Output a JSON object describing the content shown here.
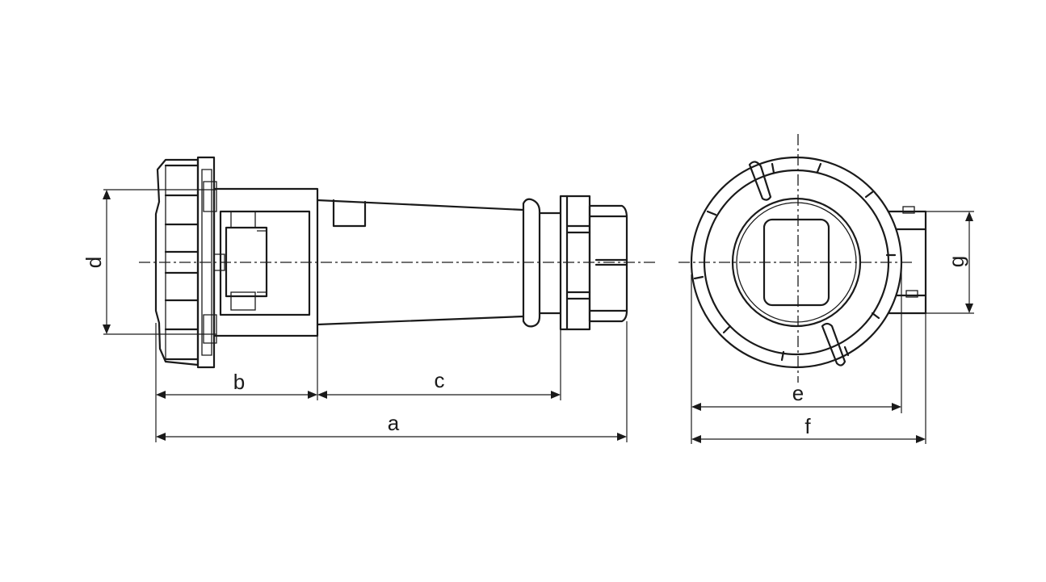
{
  "dimension_labels": {
    "a": "a",
    "b": "b",
    "c": "c",
    "d": "d",
    "e": "e",
    "f": "f",
    "g": "g"
  },
  "colors": {
    "line": "#1a1a1a",
    "background": "#ffffff"
  }
}
